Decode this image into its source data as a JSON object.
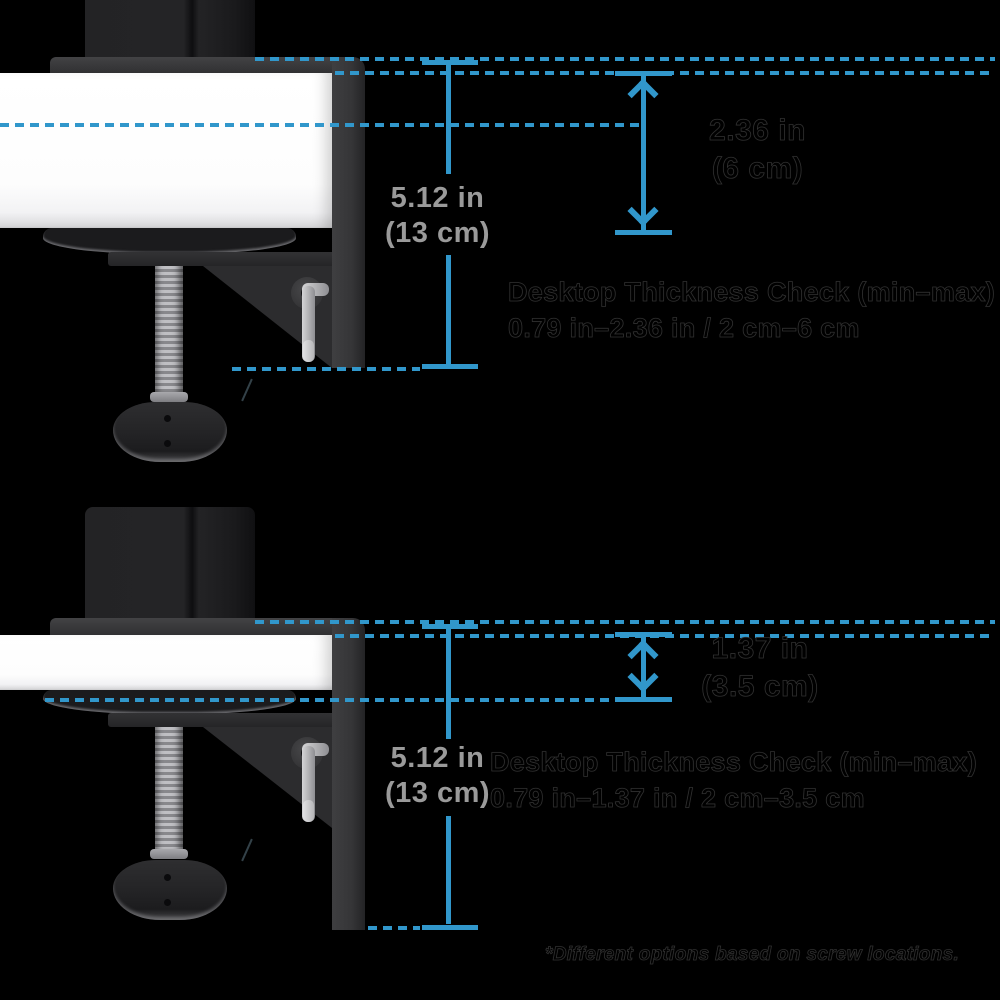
{
  "colors": {
    "accent_blue": "#3197cb",
    "measure_gray": "#9a9a9a",
    "background": "#000000"
  },
  "sections": [
    {
      "id": "max-desk-thickness",
      "clamp_height": [
        "5.12 in",
        "(13 cm)"
      ],
      "thickness": [
        "2.36 in",
        "(6 cm)"
      ],
      "spec_title": "Desktop Thickness Check (min–max)",
      "spec_range": "0.79 in–2.36 in / 2 cm–6 cm"
    },
    {
      "id": "min-desk-thickness",
      "clamp_height": [
        "5.12 in",
        "(13 cm)"
      ],
      "thickness": [
        "1.37 in",
        "(3.5 cm)"
      ],
      "spec_title": "Desktop Thickness Check (min–max)",
      "spec_range": "0.79 in–1.37 in / 2 cm–3.5 cm"
    }
  ],
  "footnote": "*Different options based on screw locations."
}
